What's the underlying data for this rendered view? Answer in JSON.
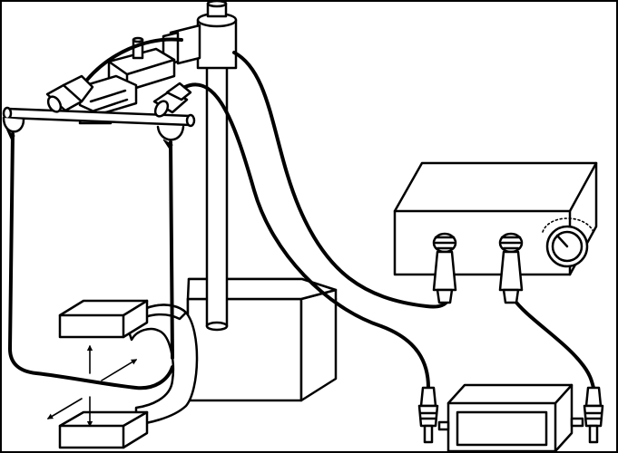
{
  "colors": {
    "ink": "#000000",
    "paper": "#ffffff"
  },
  "components": [
    "ring-stand",
    "stand-base-block",
    "conducting-rod-on-rails",
    "horseshoe-magnet",
    "power-supply-with-dial",
    "galvanometer-meter"
  ],
  "arrows": [
    "up",
    "down",
    "diagonal-in",
    "diagonal-out"
  ]
}
